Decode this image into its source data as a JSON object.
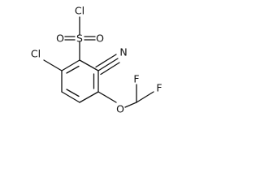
{
  "molecule": {
    "atoms": {
      "cl_sulfonyl": "Cl",
      "sulfur": "S",
      "oxygen_left": "O",
      "oxygen_right": "O",
      "nitrogen": "N",
      "chlorine_ring": "Cl",
      "oxygen_ether": "O",
      "fluorine_left": "F",
      "fluorine_right": "F"
    }
  }
}
